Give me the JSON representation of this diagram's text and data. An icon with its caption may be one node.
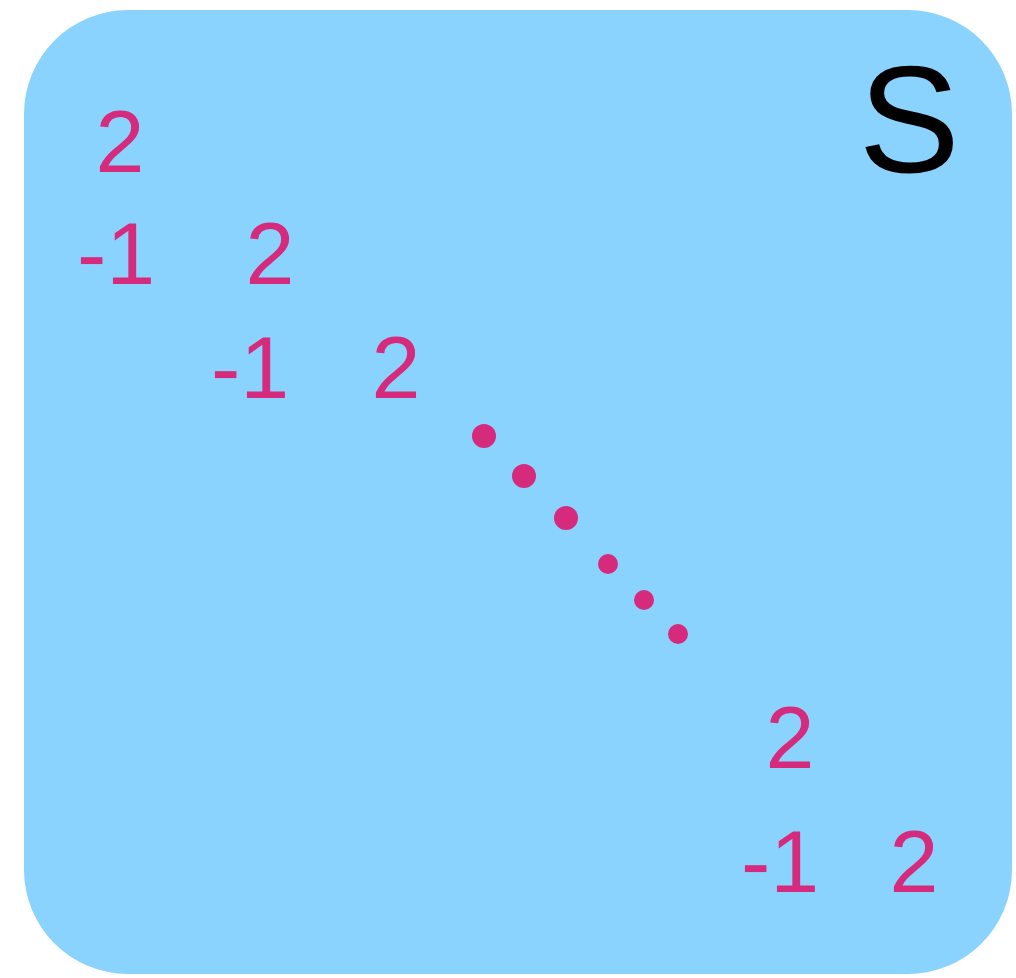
{
  "diagram": {
    "nodes": [
      {
        "text": [
          "S"
        ]
      }
    ],
    "labels": [
      "2",
      "-1",
      "2",
      "-1",
      "2",
      "2",
      "-1",
      "2"
    ]
  }
}
